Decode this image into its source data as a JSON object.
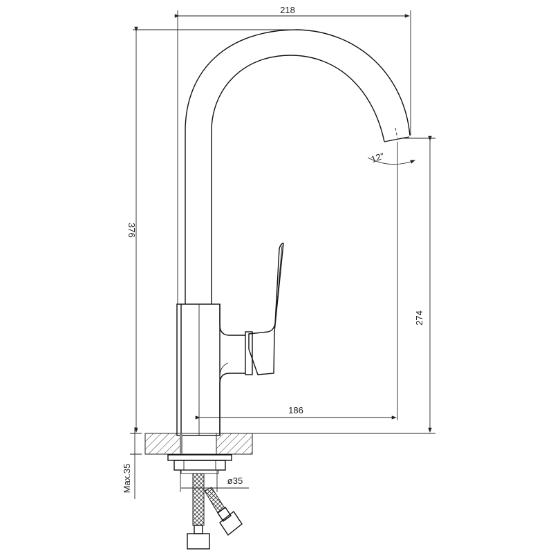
{
  "drawing": {
    "subject": "Kitchen faucet side elevation",
    "dimensions": {
      "spout_reach_overall": "218",
      "total_height": "376",
      "spout_outlet_height": "274",
      "spout_reach_from_body": "186",
      "spout_angle": "12°",
      "max_deck_thickness": "Max.35",
      "mounting_hole_diameter": "ø35"
    },
    "colors": {
      "line": "#111111",
      "background": "#ffffff"
    }
  }
}
